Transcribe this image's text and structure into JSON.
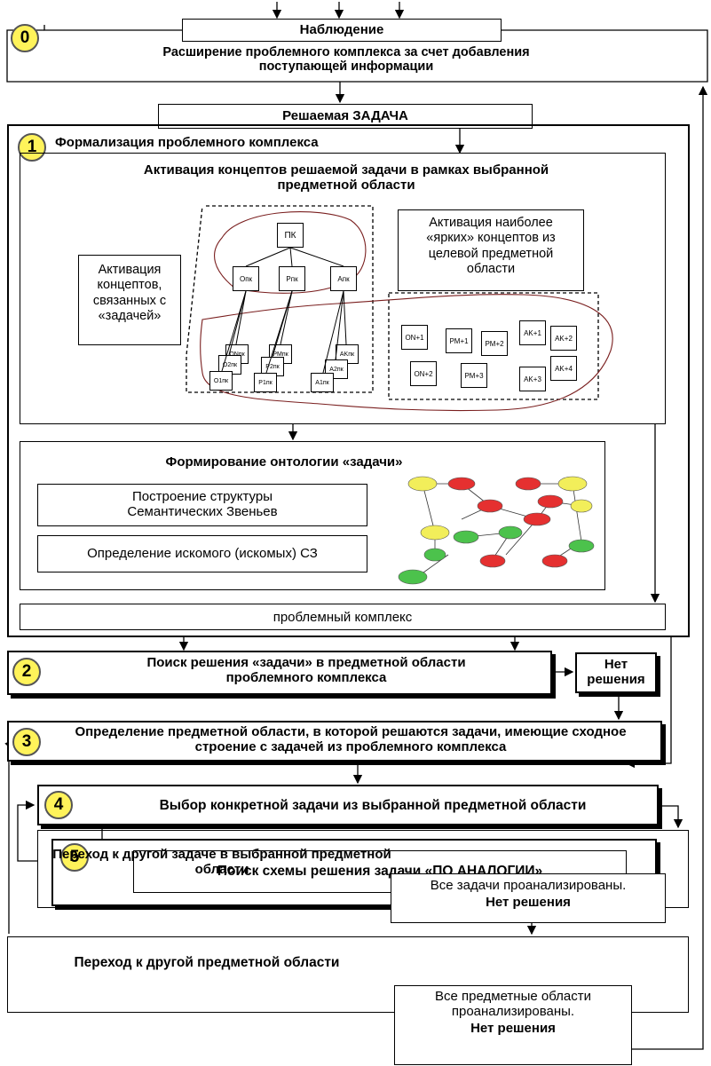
{
  "stage0": {
    "num": "0",
    "title": "Наблюдение",
    "text": "Расширение проблемного  комплекса за счет добавления поступающей информации"
  },
  "task": {
    "title": "Решаемая ЗАДАЧА"
  },
  "stage1": {
    "num": "1",
    "title": "Формализация проблемного комплекса",
    "activation_title": "Активация концептов решаемой задачи в рамках выбранной предметной области",
    "left_note": "Активация концептов, связанных с «задачей»",
    "right_note": "Активация наиболее «ярких» концептов из целевой предметной области",
    "ontology_title": "Формирование онтологии «задачи»",
    "struct_label": "Построение структуры Семантических Звеньев",
    "define_label": "Определение искомого (искомых) СЗ",
    "problem_complex": "проблемный комплекс",
    "nodes": {
      "pk": "ПК",
      "o": "Oпк",
      "p": "Pпк",
      "a": "Aпк",
      "o1": "O1пк",
      "o2": "O2пк",
      "on": "ONпк",
      "p1": "P1пк",
      "p2": "P2пк",
      "pm": "PMпк",
      "a1": "A1пк",
      "a2": "A2пк",
      "ak": "AKпк",
      "on1": "ON+1",
      "pm1": "PM+1",
      "pm2": "PM+2",
      "ak1": "AK+1",
      "ak2": "AK+2",
      "on2": "ON+2",
      "pm3": "PM+3",
      "ak3": "AK+3",
      "ak4": "AK+4"
    }
  },
  "stage2": {
    "num": "2",
    "text": "Поиск решения «задачи» в предметной области проблемного комплекса",
    "no_solution": "Нет решения"
  },
  "stage3": {
    "num": "3",
    "text": "Определение предметной области, в которой решаются задачи, имеющие сходное строение с задачей из проблемного комплекса"
  },
  "stage4": {
    "num": "4",
    "text": "Выбор конкретной задачи из выбранной предметной области"
  },
  "stage5": {
    "num": "5",
    "text": "Поиск схемы решения задачи  «ПО АНАЛОГИИ»"
  },
  "next_task": {
    "text": "Переход к другой задаче в выбранной предметной области",
    "all_tasks": "Все задачи проанализированы.",
    "no_solution": "Нет решения"
  },
  "next_domain": {
    "text": "Переход к другой  предметной области",
    "all_domains": "Все предметные области проанализированы.",
    "no_solution": "Нет решения"
  },
  "graph_colors": {
    "red": "#e53030",
    "yellow": "#f2ee5a",
    "green": "#4cc24c"
  }
}
